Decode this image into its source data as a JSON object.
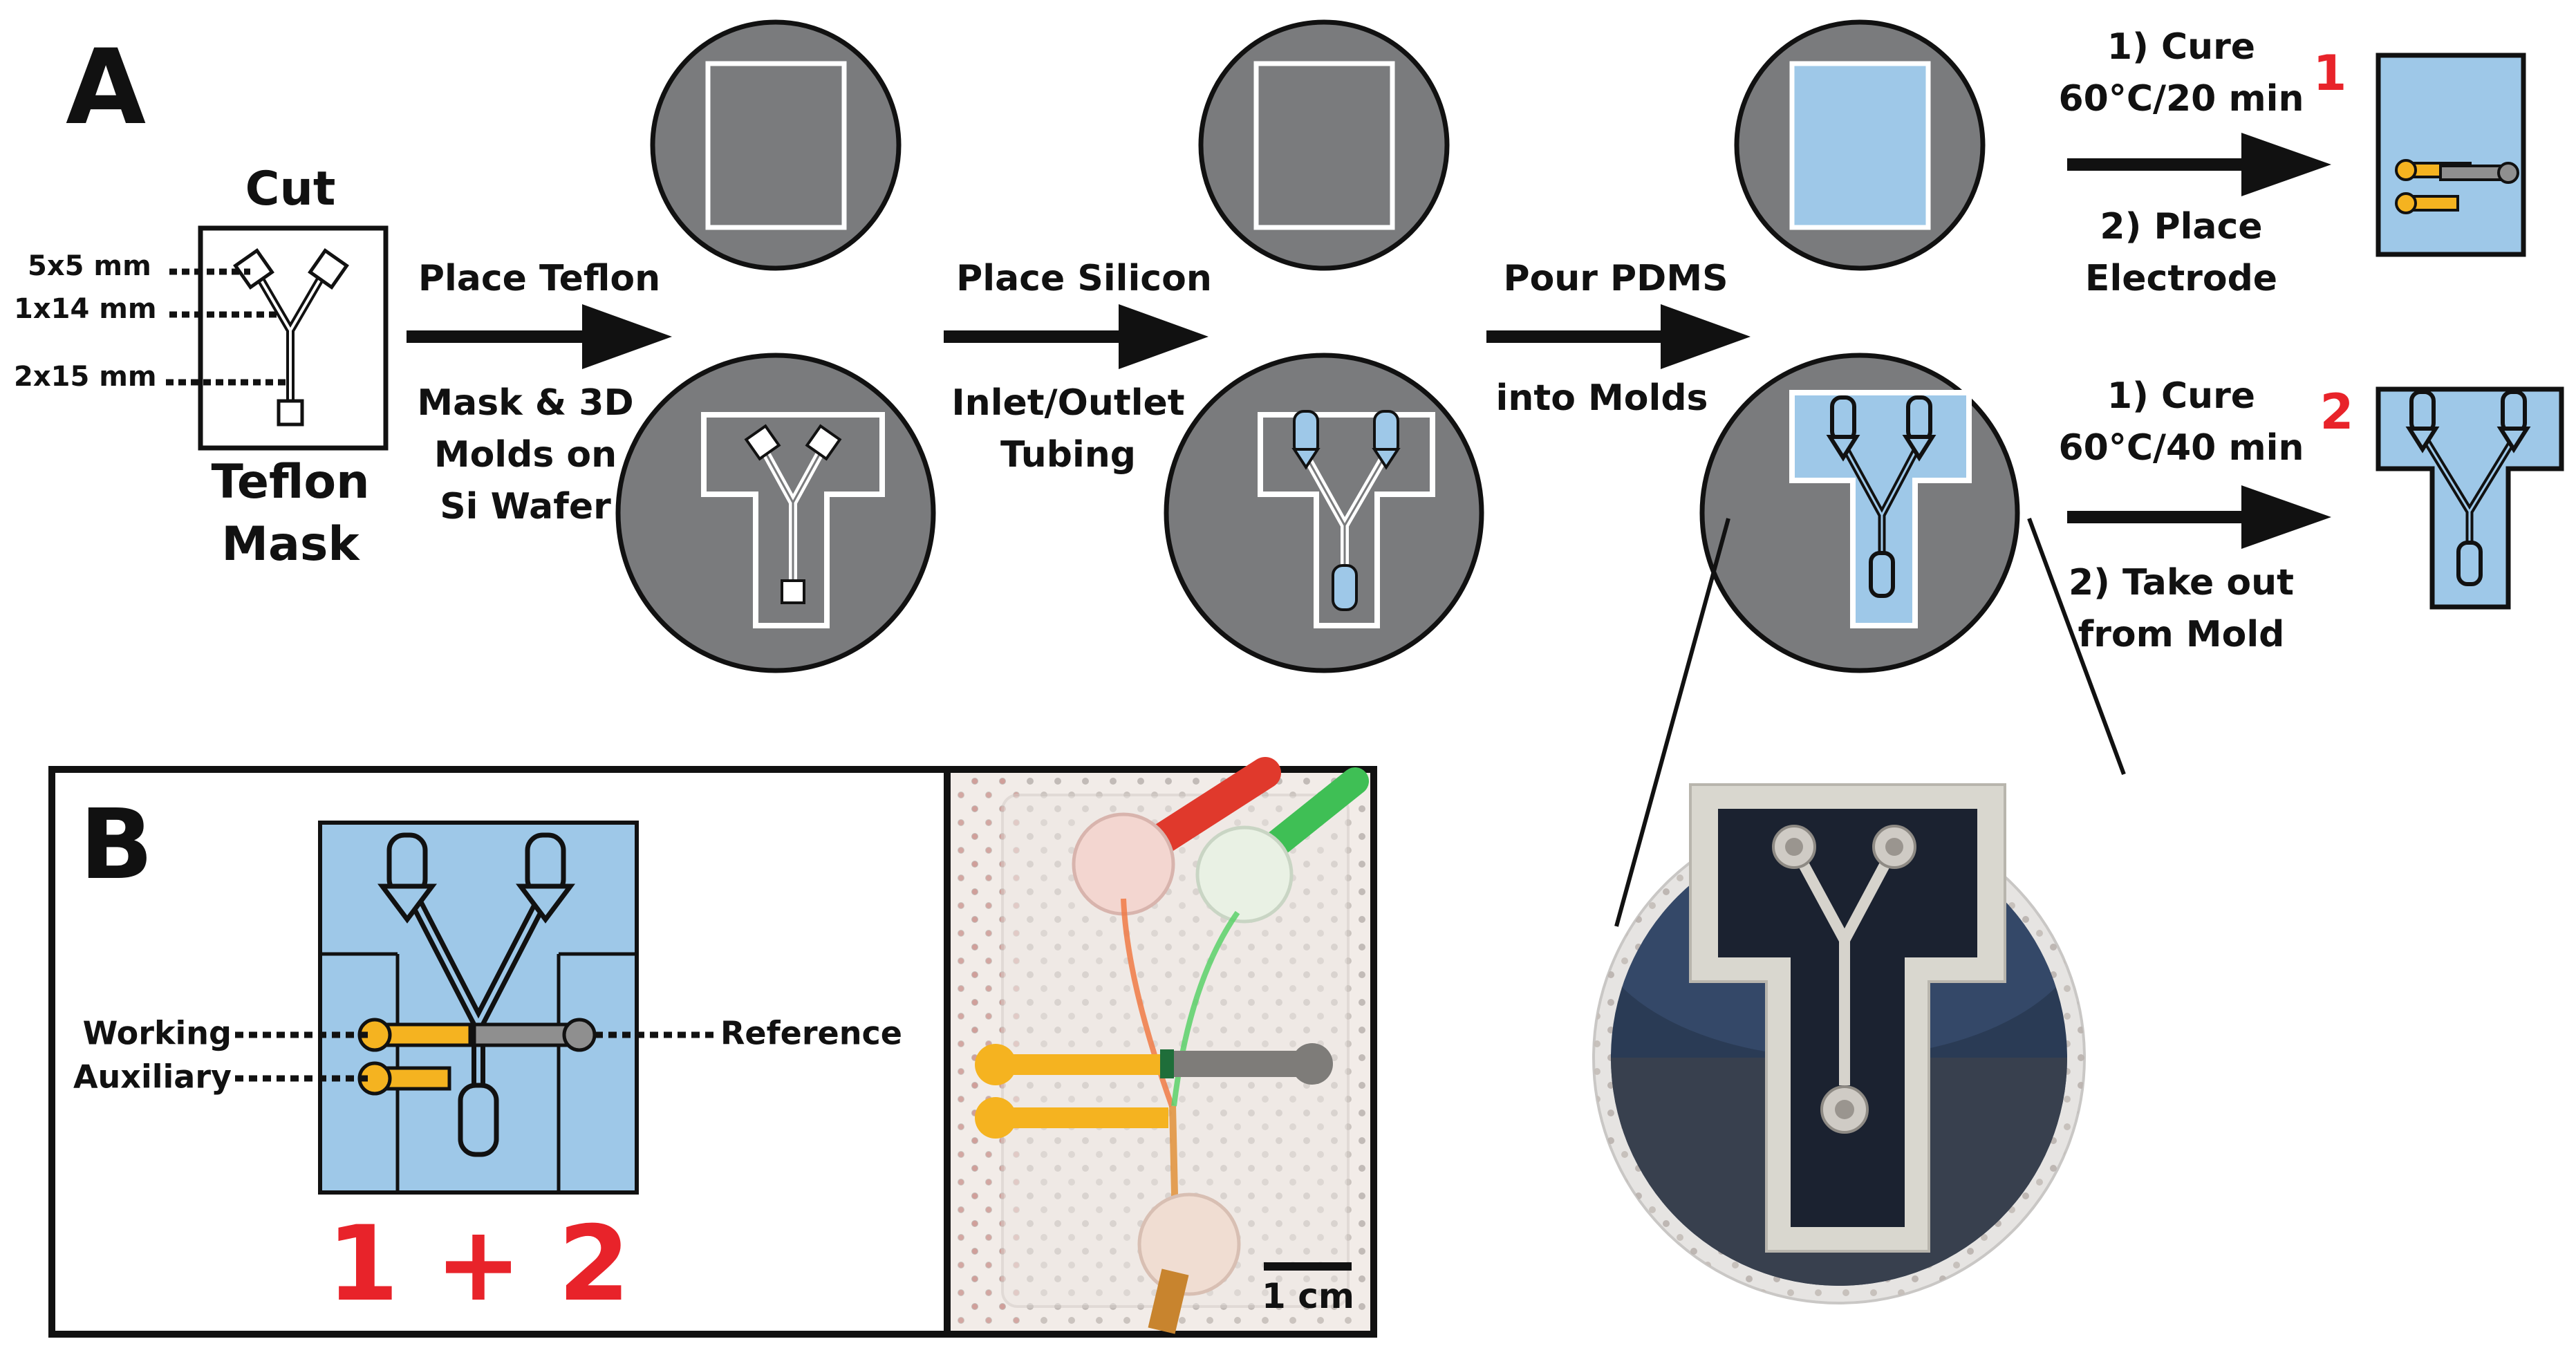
{
  "panel_a": {
    "label": "A",
    "mask": {
      "title_top": "Cut",
      "title_bottom_1": "Teflon",
      "title_bottom_2": "Mask",
      "dim_1": "5x5 mm",
      "dim_2": "1x14 mm",
      "dim_3": "2x15 mm"
    },
    "step1": {
      "above": "Place Teflon",
      "below_1": "Mask & 3D",
      "below_2": "Molds on",
      "below_3": "Si Wafer"
    },
    "step2": {
      "above": "Place Silicon",
      "below_1": "Inlet/Outlet",
      "below_2": "Tubing"
    },
    "step3": {
      "above": "Pour PDMS",
      "below_1": "into Molds"
    },
    "route1": {
      "above_1": "1) Cure",
      "above_2": "60°C/20 min",
      "below_1": "2) Place",
      "below_2": "Electrode",
      "number": "1"
    },
    "route2": {
      "above_1": "1) Cure",
      "above_2": "60°C/40 min",
      "below_1": "2) Take out",
      "below_2": "from Mold",
      "number": "2"
    }
  },
  "panel_b": {
    "label": "B",
    "working": "Working",
    "auxiliary": "Auxiliary",
    "reference": "Reference",
    "combo": "1 + 2",
    "scale": "1 cm"
  },
  "colors": {
    "wafer_gray": "#7a7b7d",
    "pdms_blue": "#9ec8e8",
    "electrode_gold": "#f5b320",
    "electrode_gray": "#8f8f8f",
    "accent_red": "#e8232a"
  }
}
